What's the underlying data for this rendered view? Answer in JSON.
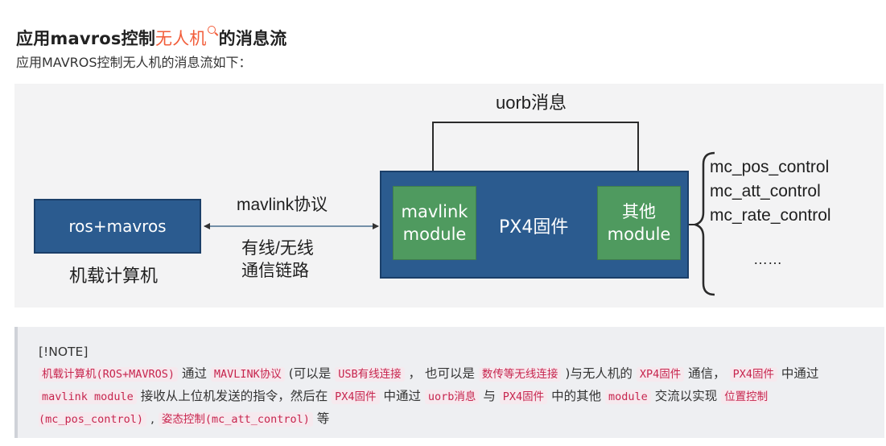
{
  "heading": {
    "prefix": "应用mavros控制",
    "keyword": "无人机",
    "suffix": "的消息流"
  },
  "intro": "应用MAVROS控制无人机的消息流如下：",
  "diagram": {
    "uorb_label": "uorb消息",
    "onboard_box": "ros+mavros",
    "onboard_caption": "机载计算机",
    "protocol_label": "mavlink协议",
    "link_line1": "有线/无线",
    "link_line2": "通信链路",
    "px4_label": "PX4固件",
    "mavlink_module_line1": "mavlink",
    "mavlink_module_line2": "module",
    "other_module_line1": "其他",
    "other_module_line2": "module",
    "controllers": [
      "mc_pos_control",
      "mc_att_control",
      "mc_rate_control",
      "……"
    ],
    "colors": {
      "box_blue": "#2b5b8f",
      "module_green": "#4f9a5f",
      "background": "#f3f3f4"
    }
  },
  "note": {
    "title": "[!NOTE]",
    "parts": [
      {
        "code": "机载计算机(ROS+MAVROS)"
      },
      {
        "text": " 通过 "
      },
      {
        "code": "MAVLINK协议"
      },
      {
        "text": " (可以是 "
      },
      {
        "code": "USB有线连接"
      },
      {
        "text": " ， 也可以是 "
      },
      {
        "code": "数传等无线连接"
      },
      {
        "text": " )与无人机的 "
      },
      {
        "code": "XP4固件"
      },
      {
        "text": " 通信， "
      },
      {
        "code": "PX4固件"
      },
      {
        "text": " 中通过 "
      },
      {
        "code": "mavlink module"
      },
      {
        "text": " 接收从上位机发送的指令，然后在 "
      },
      {
        "code": "PX4固件"
      },
      {
        "text": " 中通过 "
      },
      {
        "code": "uorb消息"
      },
      {
        "text": " 与 "
      },
      {
        "code": "PX4固件"
      },
      {
        "text": " 中的其他 "
      },
      {
        "code": "module"
      },
      {
        "text": " 交流以实现 "
      },
      {
        "code": "位置控制(mc_pos_control)"
      },
      {
        "text": " , "
      },
      {
        "code": "姿态控制(mc_att_control)"
      },
      {
        "text": " 等"
      }
    ]
  }
}
